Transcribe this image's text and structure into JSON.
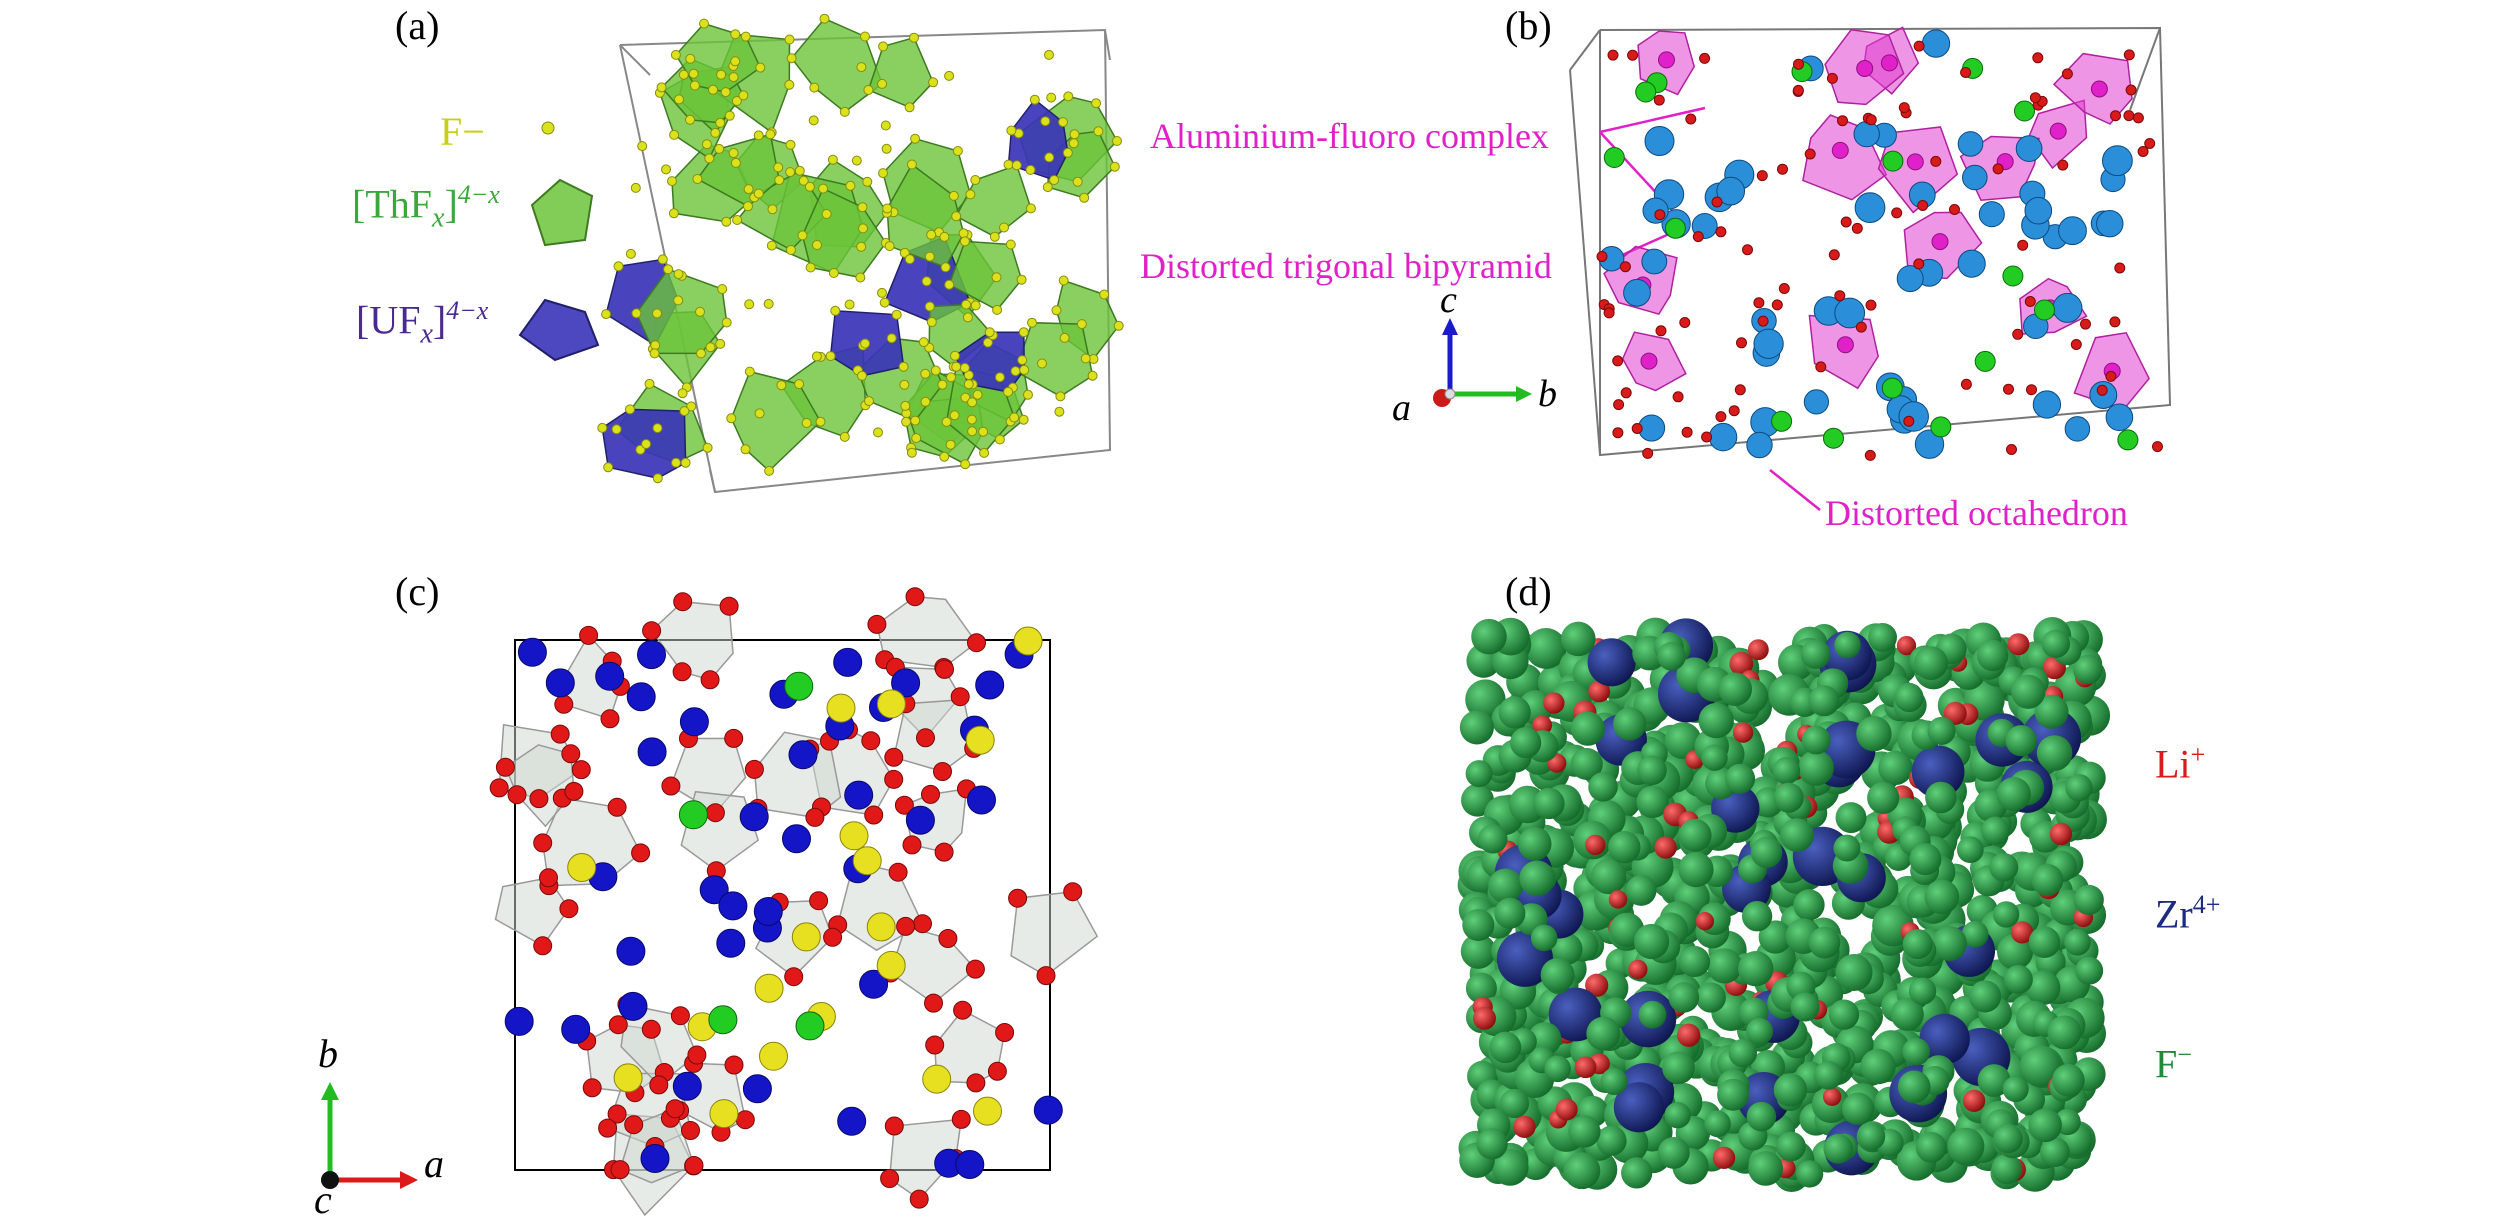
{
  "panels": {
    "a": {
      "label": "(a)",
      "legend": {
        "f_ion": "F−",
        "th_prefix": "[ThF",
        "th_sub": "x",
        "th_bracket": "]",
        "th_charge": "4−x",
        "u_prefix": "[UF",
        "u_sub": "x",
        "u_bracket": "]",
        "u_charge": "4−x"
      },
      "colors": {
        "fluoride": "#d9e21a",
        "thorium_polyhedra": "#6cc43a",
        "uranium_polyhedra": "#3a34b8"
      }
    },
    "b": {
      "label": "(b)",
      "annotations": {
        "complex": "Aluminium-fluoro complex",
        "bipyramid": "Distorted trigonal bipyramid",
        "octahedron": "Distorted octahedron"
      },
      "axes": {
        "c": "c",
        "a": "a",
        "b": "b"
      },
      "colors": {
        "annotation": "#e020c8",
        "large_atom": "#2a8fd8",
        "green_atom": "#22cc22",
        "small_atom": "#d81a1a"
      }
    },
    "c": {
      "label": "(c)",
      "axes": {
        "b": "b",
        "a": "a",
        "c": "c"
      },
      "colors": {
        "red_atom": "#e01818",
        "blue_atom": "#1515c8",
        "yellow_atom": "#e6e020",
        "green_atom": "#22cc22"
      }
    },
    "d": {
      "label": "(d)",
      "legend": {
        "li_base": "Li",
        "li_charge": "+",
        "zr_base": "Zr",
        "zr_charge": "4+",
        "f_base": "F",
        "f_charge": "−"
      },
      "colors": {
        "li": "#d81a1a",
        "zr": "#1c2a80",
        "f": "#1f8a3a"
      }
    }
  }
}
